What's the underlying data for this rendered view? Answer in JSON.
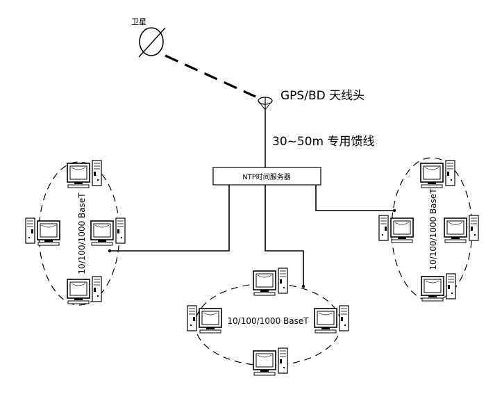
{
  "diagram": {
    "satellite_label": "卫星",
    "antenna_label": "GPS/BD 天线头",
    "cable_label": "30~50m 专用馈线",
    "server_label": "NTP时间服务器",
    "lans": [
      {
        "id": "left",
        "network_label": "10/100/1000 BaseT"
      },
      {
        "id": "bottom",
        "network_label": "10/100/1000 BaseT"
      },
      {
        "id": "right",
        "network_label": "10/100/1000 BaseT"
      }
    ],
    "icons": {
      "satellite": "satellite-icon",
      "antenna": "gps-antenna-icon",
      "server": "ntp-server-box",
      "computer": "computer-icon"
    }
  }
}
